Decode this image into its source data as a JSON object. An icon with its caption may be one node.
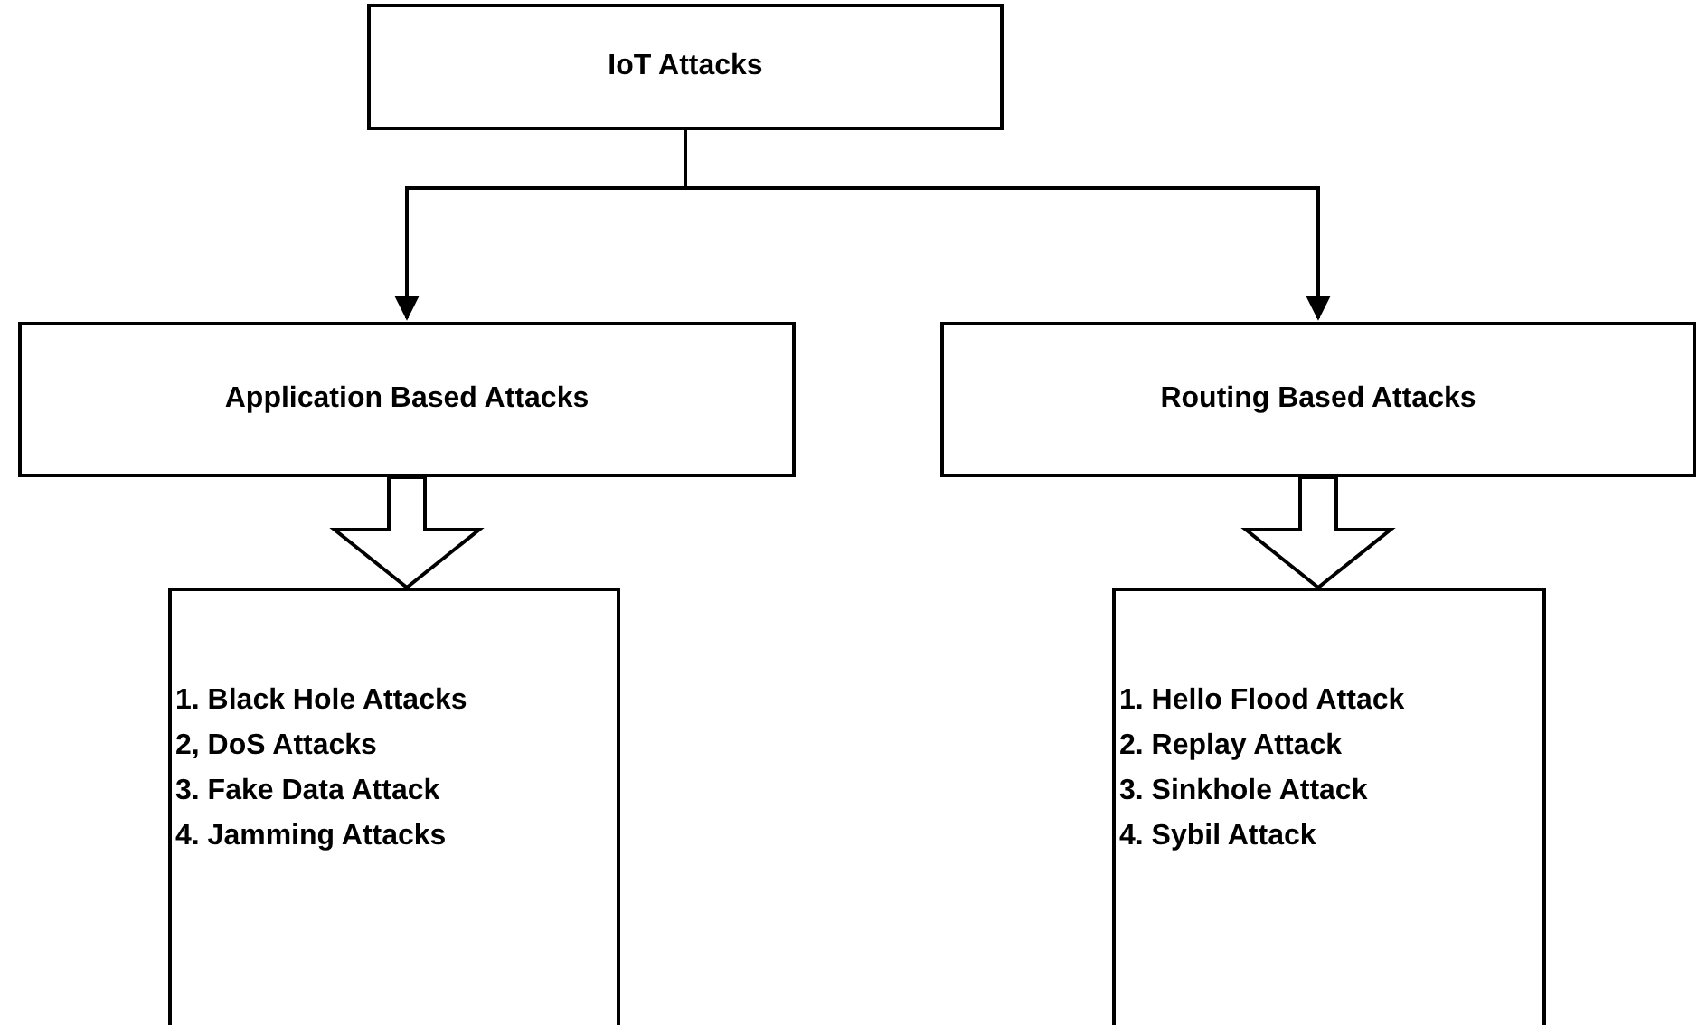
{
  "diagram": {
    "nodes": [
      {
        "text": [
          "IoT Attacks"
        ]
      },
      {
        "text": [
          "Application Based Attacks"
        ]
      },
      {
        "text": [
          "Routing Based Attacks"
        ]
      },
      {
        "text": [
          "1. Black Hole Attacks",
          "2, DoS Attacks",
          "3. Fake Data Attack",
          "4. Jamming Attacks"
        ]
      },
      {
        "text": [
          "1. Hello Flood Attack",
          "2. Replay Attack",
          "3. Sinkhole Attack",
          "4. Sybil Attack"
        ]
      }
    ],
    "edges": [
      {
        "from": 0,
        "to": 1,
        "arrow": "to"
      },
      {
        "from": 0,
        "to": 2,
        "arrow": "to"
      },
      {
        "from": 1,
        "to": 3,
        "arrow": "to",
        "style": "thick"
      },
      {
        "from": 2,
        "to": 4,
        "arrow": "to",
        "style": "thick"
      }
    ]
  }
}
